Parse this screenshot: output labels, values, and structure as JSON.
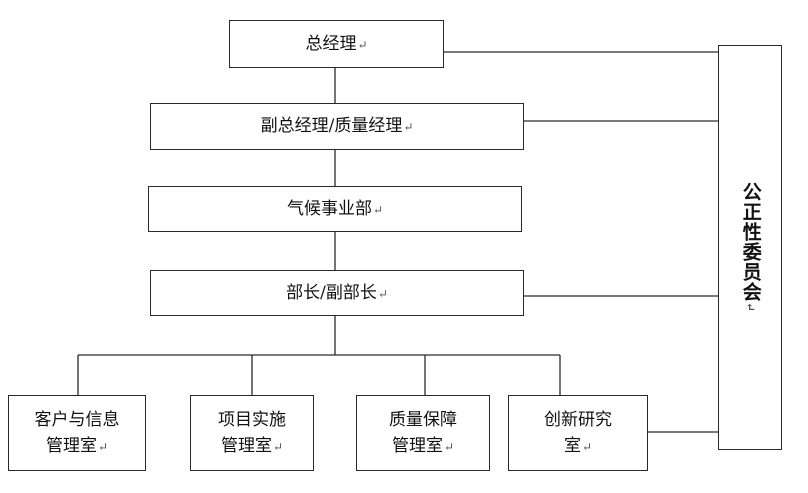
{
  "nodes": {
    "gm": "总经理",
    "deputy_gm": "副总经理/质量经理",
    "climate_dept": "气候事业部",
    "minister": "部长/副部长",
    "client_info": [
      "客户与信息",
      "管理室"
    ],
    "project_impl": [
      "项目实施",
      "管理室"
    ],
    "quality_assurance": [
      "质量保障",
      "管理室"
    ],
    "innovation": [
      "创新研究",
      "室"
    ],
    "committee": "公正性委员会"
  },
  "return_mark": "↵"
}
